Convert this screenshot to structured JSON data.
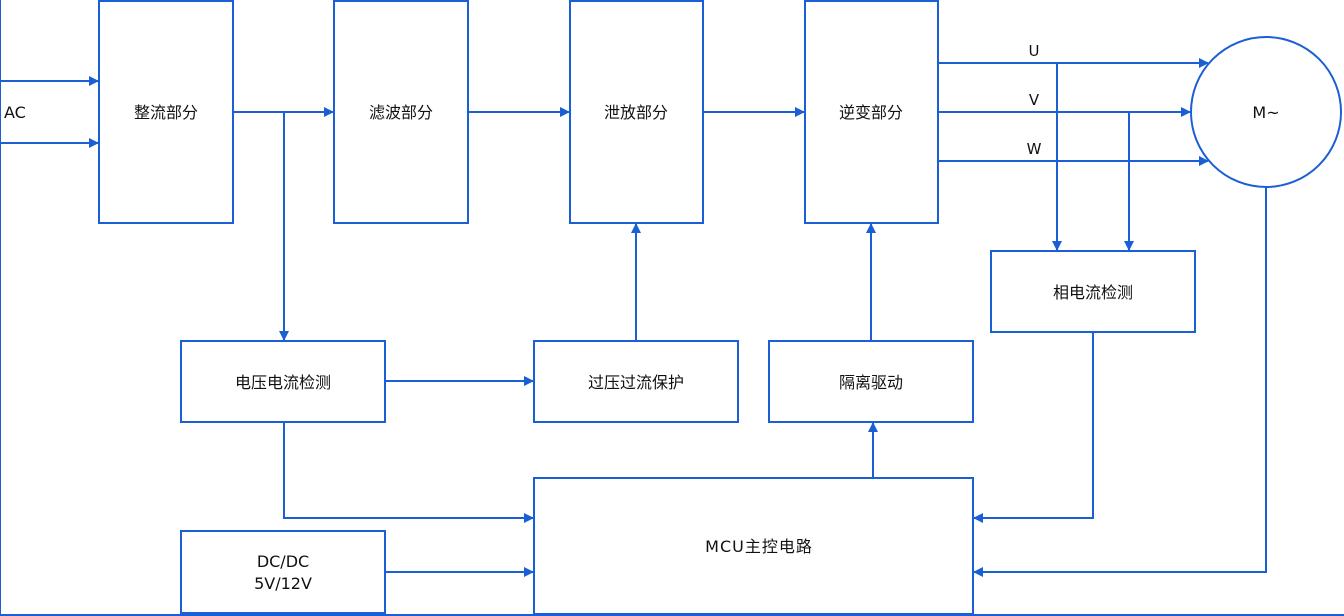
{
  "diagram": {
    "input_label": "AC",
    "blocks": {
      "rectifier": "整流部分",
      "filter": "滤波部分",
      "discharge": "泄放部分",
      "inverter": "逆变部分",
      "motor": "M~",
      "phase_current": "相电流检测",
      "volt_current": "电压电流检测",
      "protection": "过压过流保护",
      "isolation_drive": "隔离驱动",
      "mcu": "MCU主控电路",
      "dcdc_line1": "DC/DC",
      "dcdc_line2": "5V/12V"
    },
    "phases": {
      "u": "U",
      "v": "V",
      "w": "W"
    },
    "colors": {
      "line": "#1a5fd6",
      "text": "#111111",
      "background": "#ffffff"
    }
  }
}
